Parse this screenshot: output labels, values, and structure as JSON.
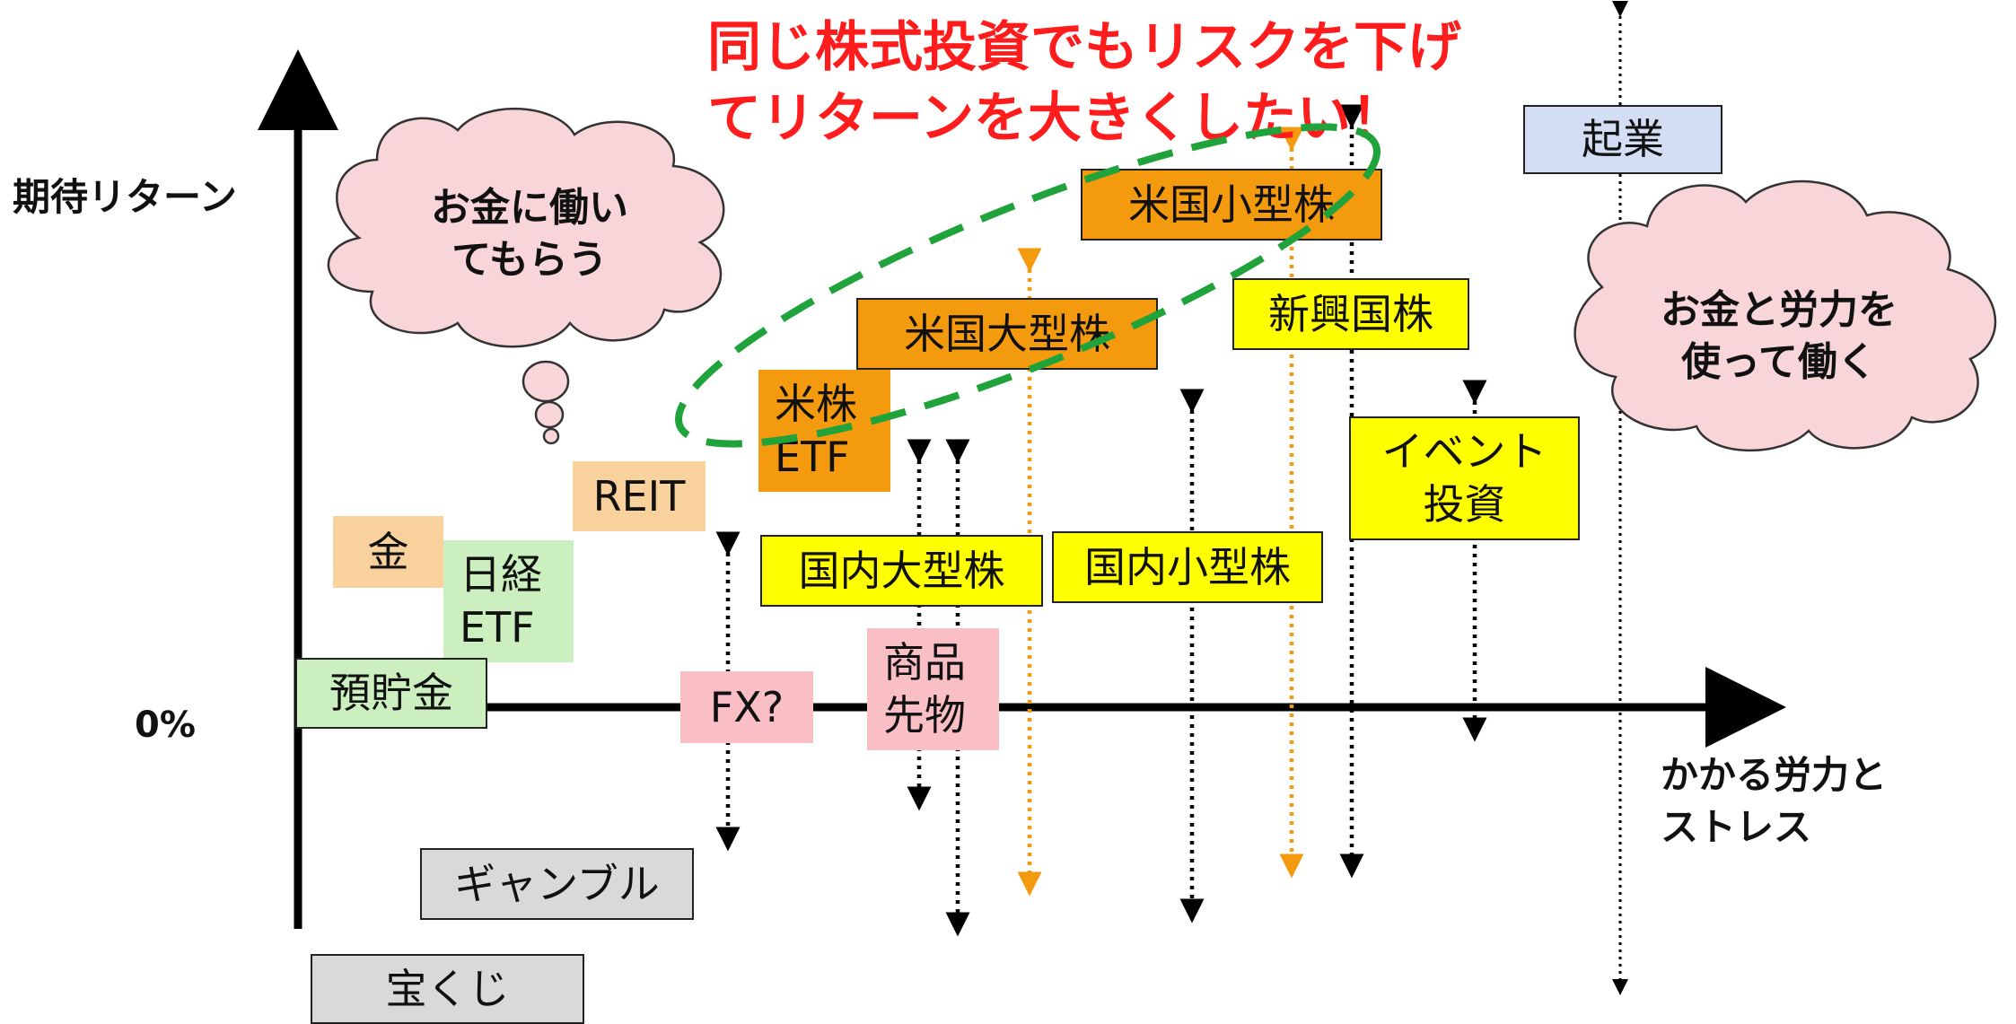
{
  "headline": [
    "同じ株式投資でもリスクを下げ",
    "てリターンを大きくしたい！"
  ],
  "axis": {
    "y_label": "期待リターン",
    "x_label": [
      "かかる労力と",
      "ストレス"
    ],
    "zero_label": "0%"
  },
  "clouds": {
    "left": [
      "お金に働い",
      "てもらう"
    ],
    "right": [
      "お金と労力を",
      "使って働く"
    ]
  },
  "boxes": {
    "kigyo": "起業",
    "us_small": "米国小型株",
    "emerging": "新興国株",
    "us_large": "米国大型株",
    "us_etf": [
      "米株",
      "ETF"
    ],
    "event": [
      "イベント",
      "投資"
    ],
    "reit": "REIT",
    "gold": "金",
    "nikkei_etf": [
      "日経",
      "ETF"
    ],
    "jp_large": "国内大型株",
    "jp_small": "国内小型株",
    "deposit": "預貯金",
    "fx": "FX?",
    "commodity": [
      "商品",
      "先物"
    ],
    "gamble": "ギャンブル",
    "lottery": "宝くじ"
  },
  "colors": {
    "headline": "#ff1c1c",
    "orange_box": "#f49a0e",
    "yellow_box": "#ffff00",
    "cloud_fill": "#f8d5d8",
    "ellipse": "#1fa33a",
    "orange_arrow": "#f49a0e"
  }
}
